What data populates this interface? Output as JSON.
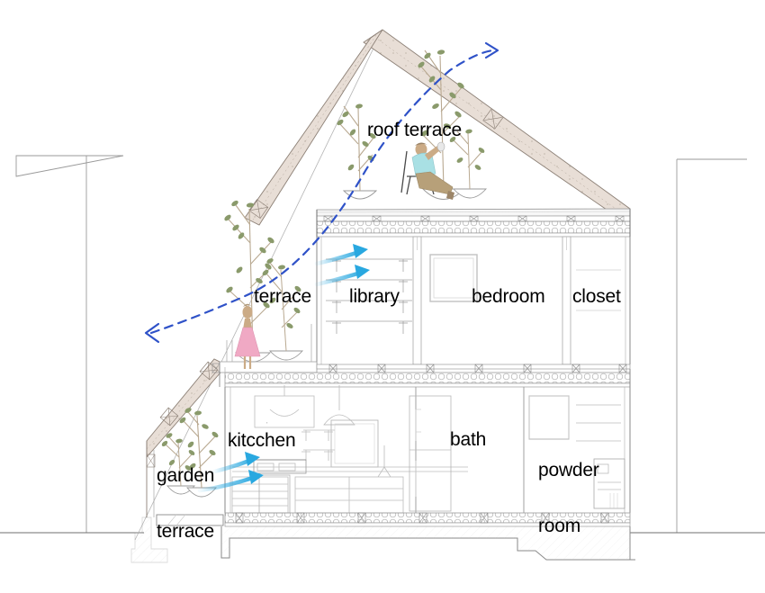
{
  "drawing": {
    "type": "architectural-building-section",
    "background_color": "#ffffff",
    "line_color": "#9a9a9a",
    "dark_line_color": "#4d4d4d",
    "roof_panel_color": "#e8ded6",
    "airflow_dashed_color": "#2f52c8",
    "airflow_arrow_color": "#29a8e0",
    "plant_foliage_color": "#8a9a6b",
    "plant_trunk_color": "#b9a991",
    "figure_shirt_color": "#a9e0e4",
    "figure_pants_color": "#b7a079",
    "figure_dress_color": "#f0a9c4",
    "figure_skin_color": "#cbab86"
  },
  "labels": {
    "roof_terrace": "roof terrace",
    "terrace": "terrace",
    "library": "library",
    "bedroom": "bedroom",
    "closet": "closet",
    "garden_terrace_line1": "garden",
    "garden_terrace_line2": "terrace",
    "kitchen": "kitcchen",
    "bath": "bath",
    "powder_room_line1": "powder",
    "powder_room_line2": "room"
  },
  "annotations": {
    "airflow_paths": [
      {
        "name": "upper-cross-ventilation",
        "style": "dashed",
        "color": "#2f52c8",
        "description": "enters at left above terrace, rises through terrace void, exits above roof ridge at right"
      },
      {
        "name": "left-intake",
        "style": "dashed",
        "color": "#2f52c8",
        "description": "arrowhead pointing left out of terrace"
      }
    ],
    "airflow_arrows": [
      {
        "name": "library-upper-arrow",
        "color": "#29a8e0",
        "direction": "right"
      },
      {
        "name": "library-lower-arrow",
        "color": "#29a8e0",
        "direction": "right"
      },
      {
        "name": "kitchen-upper-arrow",
        "color": "#29a8e0",
        "direction": "right"
      },
      {
        "name": "kitchen-lower-arrow",
        "color": "#29a8e0",
        "direction": "right"
      }
    ]
  },
  "figures": [
    {
      "name": "seated-person-roof-terrace",
      "posture": "seated on chair, drinking"
    },
    {
      "name": "standing-person-terrace",
      "posture": "standing in pink dress"
    }
  ],
  "plants": [
    {
      "name": "roof-terrace-tree-left"
    },
    {
      "name": "roof-terrace-tree-center"
    },
    {
      "name": "roof-terrace-tree-right"
    },
    {
      "name": "terrace-tree-tall"
    },
    {
      "name": "terrace-tree-small"
    },
    {
      "name": "garden-terrace-tree-left"
    },
    {
      "name": "garden-terrace-tree-right"
    }
  ]
}
